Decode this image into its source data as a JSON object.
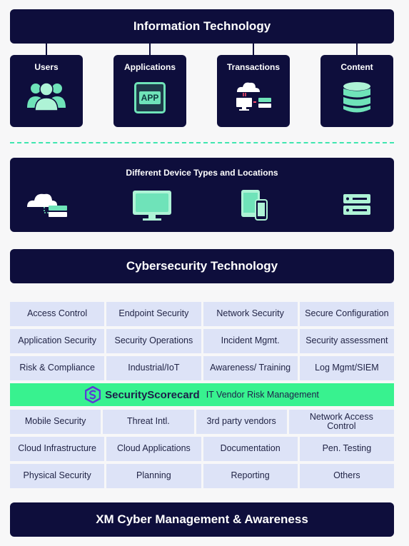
{
  "top_banner": "Information Technology",
  "it_cards": [
    {
      "label": "Users",
      "icon": "users-icon"
    },
    {
      "label": "Applications",
      "icon": "app-icon"
    },
    {
      "label": "Transactions",
      "icon": "transactions-icon"
    },
    {
      "label": "Content",
      "icon": "database-icon"
    }
  ],
  "app_icon_text": "APP",
  "devices": {
    "title": "Different Device Types and Locations",
    "icons": [
      "cloud-server-icon",
      "monitor-icon",
      "mobile-devices-icon",
      "server-icon"
    ]
  },
  "cyber_banner": "Cybersecurity Technology",
  "grid_top": [
    [
      "Access Control",
      "Endpoint Security",
      "Network Security",
      "Secure Configuration"
    ],
    [
      "Application Security",
      "Security Operations",
      "Incident Mgmt.",
      "Security assessment"
    ],
    [
      "Risk & Compliance",
      "Industrial/IoT",
      "Awareness/ Training",
      "Log Mgmt/SIEM"
    ]
  ],
  "scorecard": {
    "brand": "SecurityScorecard",
    "subtitle": "IT Vendor Risk Management"
  },
  "grid_bottom": [
    [
      "Mobile Security",
      "Threat Intl.",
      "3rd party vendors",
      "Network Access Control"
    ],
    [
      "Cloud Infrastructure",
      "Cloud Applications",
      "Documentation",
      "Pen. Testing"
    ],
    [
      "Physical Security",
      "Planning",
      "Reporting",
      "Others"
    ]
  ],
  "bottom_banner": "XM Cyber Management & Awareness",
  "colors": {
    "navy": "#0e0e3c",
    "accent": "#3fe6b0",
    "green_band": "#38f28f",
    "cell_bg": "#dde3f7"
  }
}
